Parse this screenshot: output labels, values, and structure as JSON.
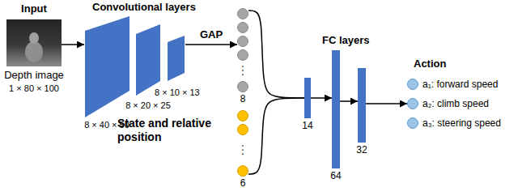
{
  "diagram": {
    "nodes": [
      {
        "text": [
          "Input",
          "Depth image",
          "1 × 80 × 100"
        ]
      },
      {
        "text": [
          "Convolutional layers"
        ]
      },
      {
        "text": [
          "8 × 40 × 50"
        ],
        "in": 1
      },
      {
        "text": [
          "8 × 20 × 25"
        ],
        "in": 1
      },
      {
        "text": [
          "8 × 10 × 13"
        ],
        "in": 1
      },
      {
        "text": [
          "8"
        ]
      },
      {
        "text": [
          "State and relative position",
          "6"
        ]
      },
      {
        "text": [
          "FC layers"
        ]
      },
      {
        "text": [
          "14"
        ],
        "in": 7
      },
      {
        "text": [
          "64"
        ],
        "in": 7
      },
      {
        "text": [
          "32"
        ],
        "in": 7
      },
      {
        "text": [
          "Action"
        ]
      },
      {
        "text": [
          "a₁: forward speed"
        ],
        "in": 11
      },
      {
        "text": [
          "a₂: climb speed"
        ],
        "in": 11
      },
      {
        "text": [
          "a₃: steering speed"
        ],
        "in": 11
      }
    ],
    "edges": [
      {
        "from": 0,
        "to": 1,
        "arrow": "to"
      },
      {
        "from": 1,
        "to": 5,
        "label": "GAP",
        "arrow": "to"
      },
      {
        "from": 5,
        "to": 8,
        "arrow": "none"
      },
      {
        "from": 6,
        "to": 8,
        "arrow": "none"
      },
      {
        "from": 8,
        "to": 9,
        "arrow": "to"
      },
      {
        "from": 9,
        "to": 10,
        "arrow": "to"
      },
      {
        "from": 10,
        "to": 11,
        "arrow": "to"
      }
    ],
    "labels": [
      "⋮",
      "⋮"
    ]
  }
}
